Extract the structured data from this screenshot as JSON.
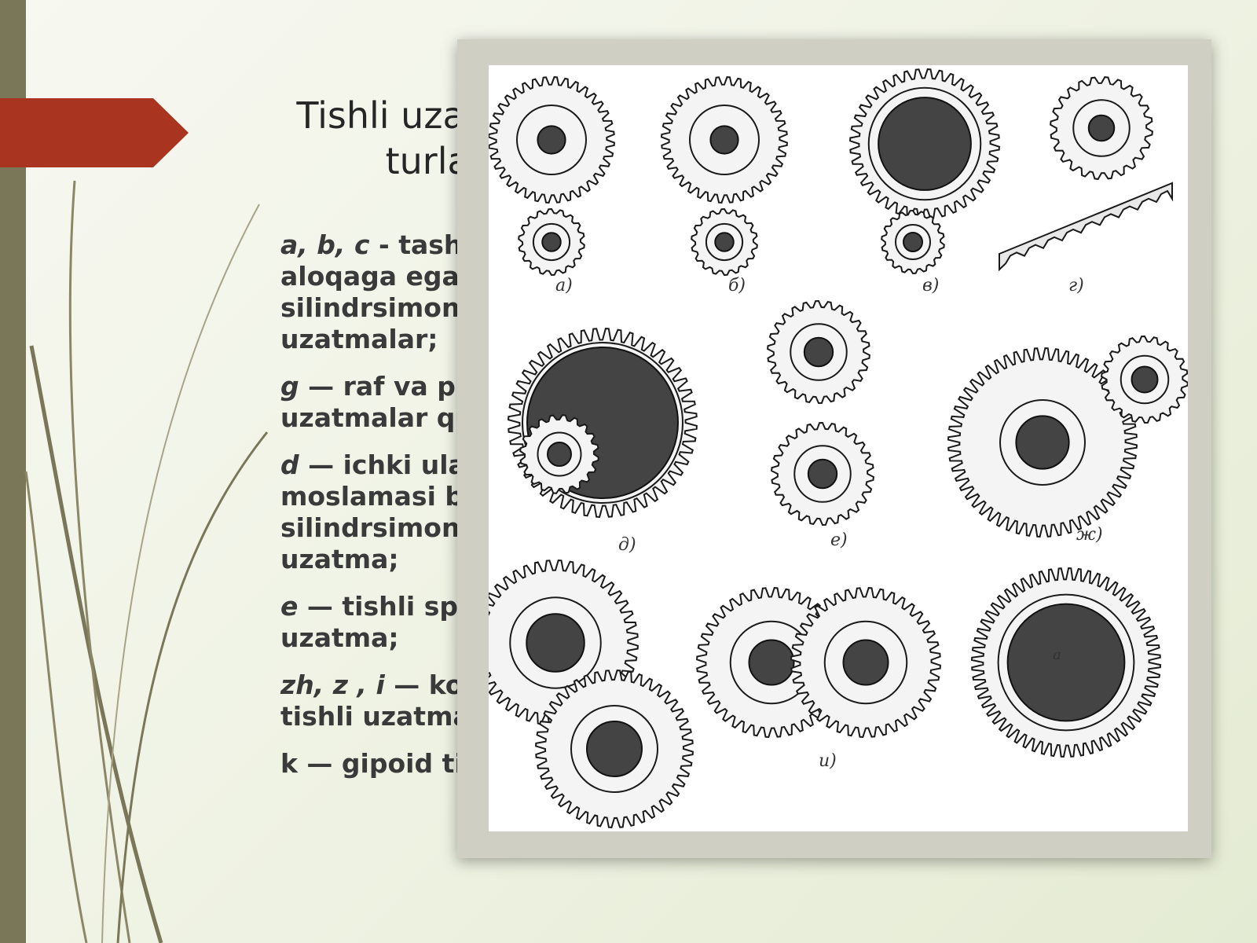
{
  "slide": {
    "title_line1": "Tishli uzatmalar",
    "title_line2": "turlari",
    "bullets": [
      {
        "italic": "a, b, c",
        "text": " - tashqi aloqaga ega silindrsimon tishli uzatmalar;"
      },
      {
        "italic": " g",
        "text": " — raf va pinion uzatmalar qutisi;"
      },
      {
        "italic": "d",
        "text": " — ichki ulash moslamasi bo'lgan silindrsimon tishli uzatma;"
      },
      {
        "italic": "e",
        "text": " — tishli spiral uzatma;"
      },
      {
        "italic": " zh, z , i",
        "text": " — konveks tishli uzatmalar;"
      },
      {
        "italic": "",
        "text": "k — gipoid tishli"
      }
    ]
  },
  "figure": {
    "captions": [
      "а)",
      "б)",
      "в)",
      "г)",
      "д)",
      "е)",
      "ж)",
      "и)"
    ],
    "dimension_label": "a"
  },
  "colors": {
    "accent_red": "#a93520",
    "left_bar": "#7a7658",
    "frame": "#cfcfc4"
  }
}
